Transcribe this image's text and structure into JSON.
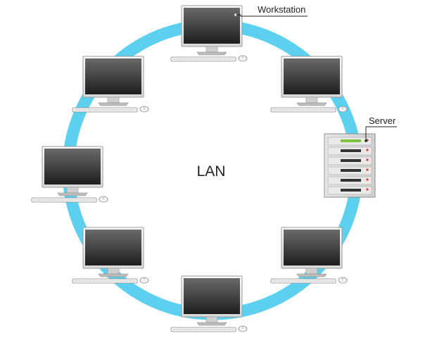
{
  "diagram": {
    "center_label": "LAN",
    "workstation_label": "Workstation",
    "server_label": "Server",
    "ring_color": "#5cd0ee",
    "monitor_screen_color": "#3a3a3a",
    "server_led_on_color": "#7fc241",
    "server_led_alert_color": "#e03a3a",
    "node_counts": {
      "workstations": 7,
      "servers": 1
    }
  }
}
